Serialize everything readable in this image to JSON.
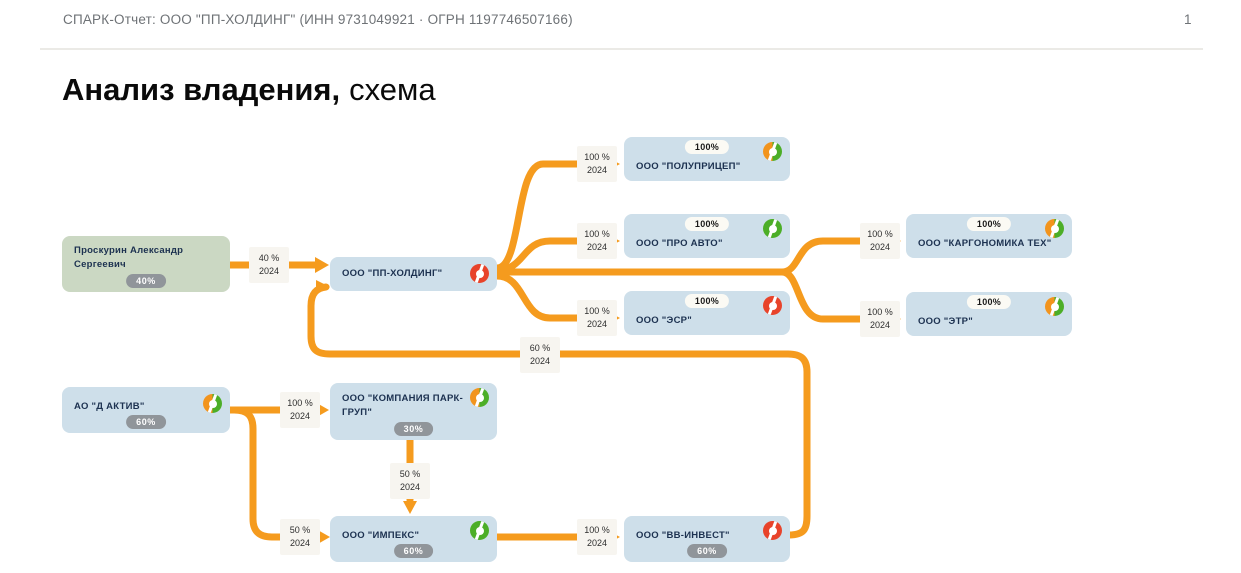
{
  "header": {
    "report_title": "СПАРК-Отчет: ООО \"ПП-ХОЛДИНГ\" (ИНН 9731049921 · ОГРН 1197746507166)",
    "page_number": "1"
  },
  "page_title": {
    "primary": "Анализ владения,",
    "secondary": "схема"
  },
  "colors": {
    "edge_orange": "#F59B1E",
    "company_node_blue": "#CEDFEA",
    "person_node_green": "#CBD8C3",
    "badge_gray": "#90959A",
    "badge_white": "#FBFAF4",
    "risk_red": "#E8432A",
    "risk_green": "#4CAE27",
    "risk_split_orange": "#F2941D"
  },
  "diagram": {
    "nodes": [
      {
        "id": "proskurin",
        "label": "Проскурин Александр Сергеевич",
        "type": "person",
        "badge": "40%",
        "badge_style": "gray",
        "icon": null
      },
      {
        "id": "pp-holding",
        "label": "ООО \"ПП-ХОЛДИНГ\"",
        "type": "company",
        "badge": null,
        "badge_style": null,
        "icon": "red"
      },
      {
        "id": "polupricep",
        "label": "ООО \"ПОЛУПРИЦЕП\"",
        "type": "company",
        "badge": "100%",
        "badge_style": "white",
        "icon": "split"
      },
      {
        "id": "pro-avto",
        "label": "ООО \"ПРО АВТО\"",
        "type": "company",
        "badge": "100%",
        "badge_style": "white",
        "icon": "green"
      },
      {
        "id": "esr",
        "label": "ООО \"ЭСР\"",
        "type": "company",
        "badge": "100%",
        "badge_style": "white",
        "icon": "red"
      },
      {
        "id": "kargonomika",
        "label": "ООО \"КАРГОНОМИКА ТЕХ\"",
        "type": "company",
        "badge": "100%",
        "badge_style": "white",
        "icon": "split"
      },
      {
        "id": "etr",
        "label": "ООО \"ЭТР\"",
        "type": "company",
        "badge": "100%",
        "badge_style": "white",
        "icon": "split"
      },
      {
        "id": "d-aktiv",
        "label": "АО \"Д АКТИВ\"",
        "type": "company",
        "badge": "60%",
        "badge_style": "gray",
        "icon": "split"
      },
      {
        "id": "park-grup",
        "label": "ООО \"КОМПАНИЯ ПАРК-ГРУП\"",
        "type": "company",
        "badge": "30%",
        "badge_style": "gray",
        "icon": "split"
      },
      {
        "id": "impeks",
        "label": "ООО \"ИМПЕКС\"",
        "type": "company",
        "badge": "60%",
        "badge_style": "gray",
        "icon": "green"
      },
      {
        "id": "vv-invest",
        "label": "ООО \"ВВ-ИНВЕСТ\"",
        "type": "company",
        "badge": "60%",
        "badge_style": "gray",
        "icon": "red"
      }
    ],
    "edges": [
      {
        "from": "Проскурин Александр Сергеевич",
        "to": "ООО \"ПП-ХОЛДИНГ\"",
        "share": "40 %",
        "year": "2024"
      },
      {
        "from": "ООО \"ПП-ХОЛДИНГ\"",
        "to": "ООО \"ПОЛУПРИЦЕП\"",
        "share": "100 %",
        "year": "2024"
      },
      {
        "from": "ООО \"ПП-ХОЛДИНГ\"",
        "to": "ООО \"ПРО АВТО\"",
        "share": "100 %",
        "year": "2024"
      },
      {
        "from": "ООО \"ПП-ХОЛДИНГ\"",
        "to": "ООО \"ЭСР\"",
        "share": "100 %",
        "year": "2024"
      },
      {
        "from": "ООО \"ПП-ХОЛДИНГ\"",
        "to": "ООО \"КАРГОНОМИКА ТЕХ\"",
        "share": "100 %",
        "year": "2024"
      },
      {
        "from": "ООО \"ПП-ХОЛДИНГ\"",
        "to": "ООО \"ЭТР\"",
        "share": "100 %",
        "year": "2024"
      },
      {
        "from": "ООО \"ВВ-ИНВЕСТ\"",
        "to": "ООО \"ПП-ХОЛДИНГ\"",
        "share": "60 %",
        "year": "2024"
      },
      {
        "from": "АО \"Д АКТИВ\"",
        "to": "ООО \"КОМПАНИЯ ПАРК-ГРУП\"",
        "share": "100 %",
        "year": "2024"
      },
      {
        "from": "ООО \"КОМПАНИЯ ПАРК-ГРУП\"",
        "to": "ООО \"ИМПЕКС\"",
        "share": "50 %",
        "year": "2024"
      },
      {
        "from": "АО \"Д АКТИВ\"",
        "to": "ООО \"ИМПЕКС\"",
        "share": "50 %",
        "year": "2024"
      },
      {
        "from": "ООО \"ИМПЕКС\"",
        "to": "ООО \"ВВ-ИНВЕСТ\"",
        "share": "100 %",
        "year": "2024"
      }
    ]
  }
}
